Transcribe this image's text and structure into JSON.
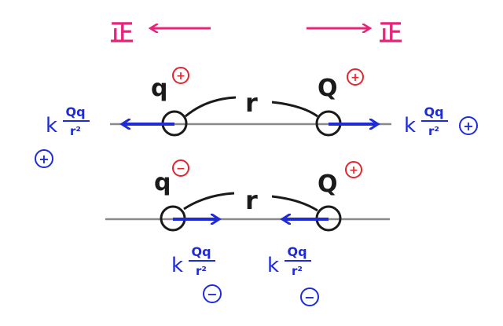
{
  "direction": {
    "positive_left_label": "正",
    "positive_right_label": "正"
  },
  "top_case": {
    "charge_left": {
      "label": "q",
      "sign": "+"
    },
    "charge_right": {
      "label": "Q",
      "sign": "+"
    },
    "distance_label": "r",
    "force_left": {
      "k": "k",
      "numerator": "Qq",
      "denominator": "r²",
      "sign": "+"
    },
    "force_right": {
      "k": "k",
      "numerator": "Qq",
      "denominator": "r²",
      "sign": "+"
    }
  },
  "bottom_case": {
    "charge_left": {
      "label": "q",
      "sign": "−"
    },
    "charge_right": {
      "label": "Q",
      "sign": "+"
    },
    "distance_label": "r",
    "force_left": {
      "k": "k",
      "numerator": "Qq",
      "denominator": "r²",
      "sign": "−"
    },
    "force_right": {
      "k": "k",
      "numerator": "Qq",
      "denominator": "r²",
      "sign": "−"
    }
  },
  "colors": {
    "direction": "#e8237a",
    "force": "#1f2bd6",
    "sign_badge": "#e0262f",
    "ink": "#1a1a1a",
    "axis": "#8a8a8a"
  }
}
